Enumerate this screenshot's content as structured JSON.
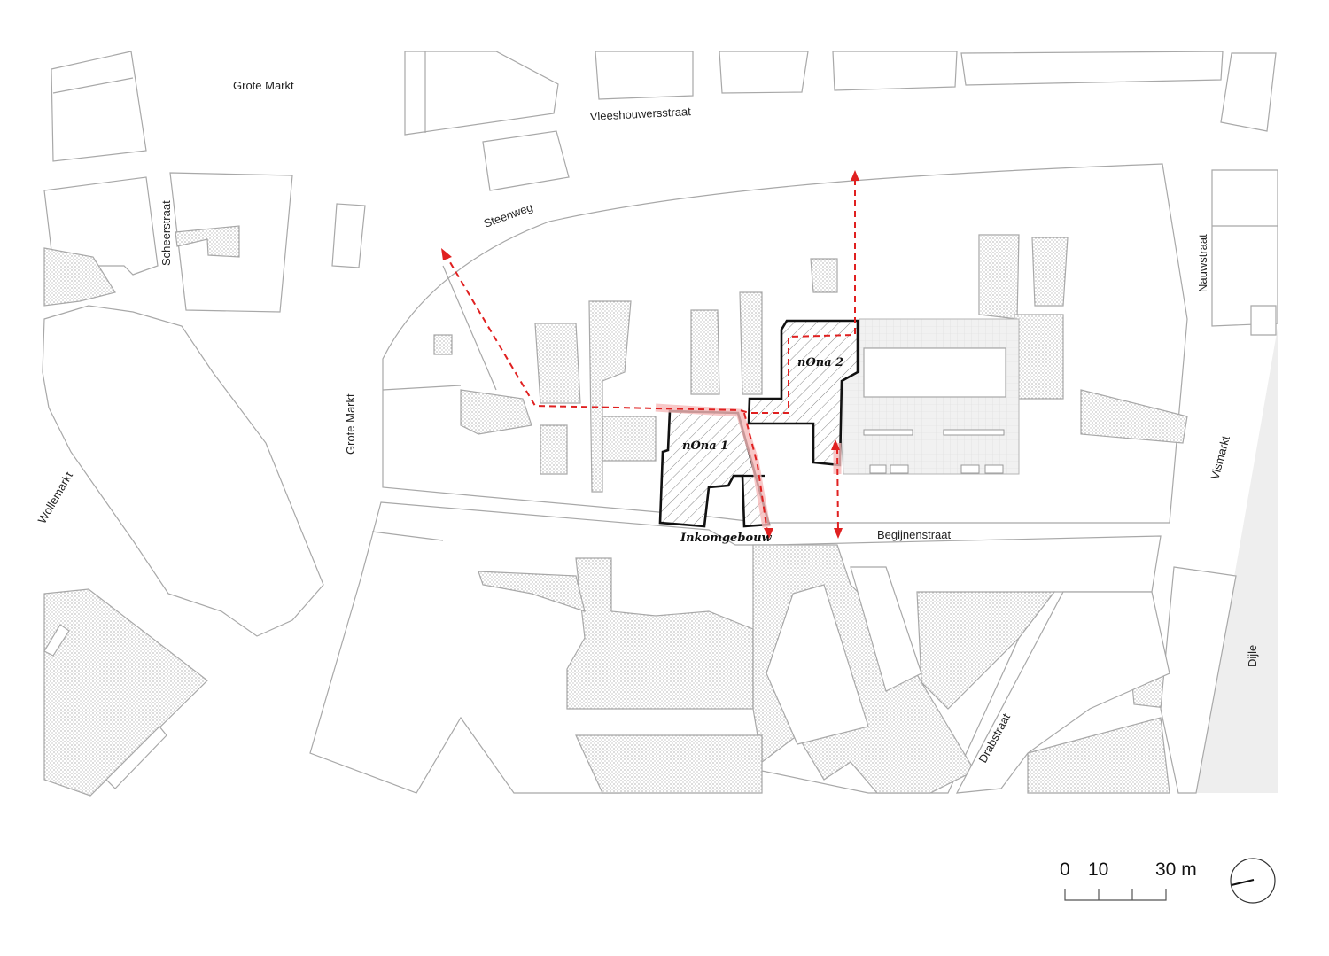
{
  "map": {
    "streets": {
      "grote_markt_top": "Grote Markt",
      "vleeshouwersstraat": "Vleeshouwersstraat",
      "steenweg": "Steenweg",
      "scheerstraat": "Scheerstraat",
      "grote_markt_side": "Grote Markt",
      "wollemarkt": "Wollemarkt",
      "begijnenstraat": "Begijnenstraat",
      "nauwstraat": "Nauwstraat",
      "vismarkt": "Vismarkt",
      "dijle": "Dijle",
      "drabstraat": "Drabstraat"
    },
    "buildings": {
      "nona1": "nOna 1",
      "nona2": "nOna 2",
      "inkomgebouw": "Inkomgebouw"
    },
    "scale_bar": {
      "ticks": [
        "0",
        "10",
        "30 m"
      ]
    },
    "colors": {
      "route": "#e02020",
      "route_highlight": "#f6b9b9",
      "outline": "#111111",
      "parcel": "#a8a8a8",
      "river": "#eeeeee"
    }
  }
}
